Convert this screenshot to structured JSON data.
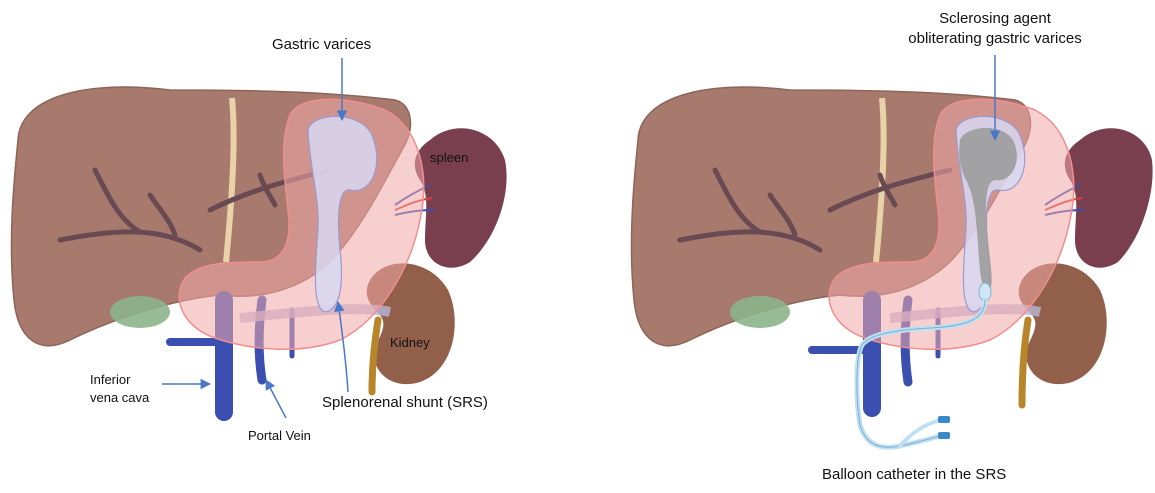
{
  "left_panel": {
    "labels": {
      "gastric_varices": "Gastric varices",
      "spleen": "spleen",
      "kidney": "Kidney",
      "ivc_line1": "Inferior",
      "ivc_line2": "vena cava",
      "portal_vein": "Portal Vein",
      "srs": "Splenorenal shunt (SRS)"
    }
  },
  "right_panel": {
    "labels": {
      "sclerosing_line1": "Sclerosing agent",
      "sclerosing_line2": "obliterating gastric varices",
      "balloon_catheter": "Balloon catheter in the SRS"
    }
  },
  "colors": {
    "liver": "#a87a6e",
    "spleen": "#7a3f4e",
    "kidney": "#92604a",
    "stomach": "#f3a8a8",
    "varices": "#d8d8f3",
    "vein": "#3b4fb0",
    "artery": "#d8403a",
    "ureter": "#b8862a",
    "gallbladder": "#8bb48a",
    "arrow": "#4a78c8",
    "sclerosant": "#9c9c9c"
  }
}
